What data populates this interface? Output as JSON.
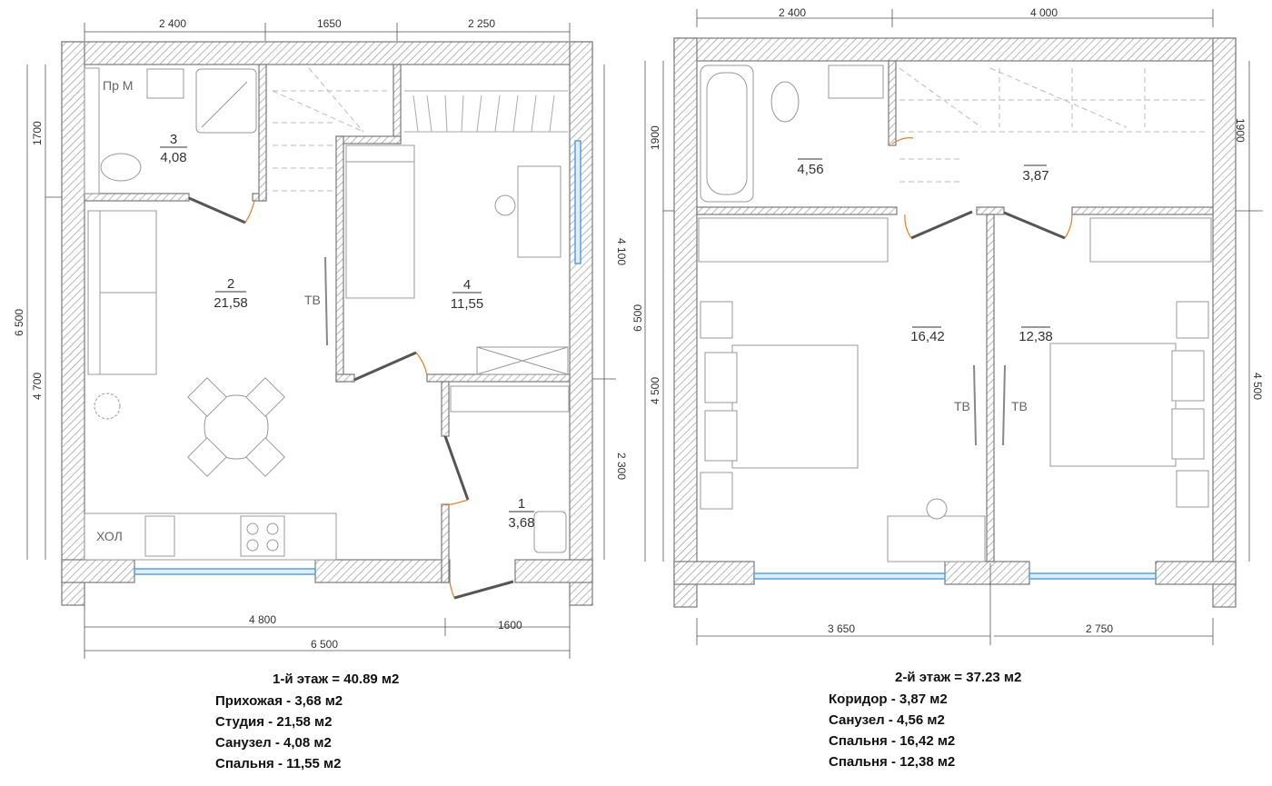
{
  "floor1": {
    "dims_top": [
      "2 400",
      "1650",
      "2 250"
    ],
    "dims_left": [
      "1700",
      "4 700",
      "6 500"
    ],
    "dims_right": [
      "4 100",
      "2 300"
    ],
    "dims_bottom": [
      "4 800",
      "1600",
      "6 500"
    ],
    "rooms": [
      {
        "num": "3",
        "area": "4,08"
      },
      {
        "num": "2",
        "area": "21,58"
      },
      {
        "num": "4",
        "area": "11,55"
      },
      {
        "num": "1",
        "area": "3,68"
      }
    ],
    "labels": {
      "washer": "Пр М",
      "tv": "ТВ",
      "fridge": "ХОЛ"
    },
    "summary": {
      "title": "1-й этаж = 40.89 м2",
      "items": [
        "Прихожая - 3,68 м2",
        "Студия - 21,58 м2",
        "Санузел - 4,08 м2",
        "Спальня - 11,55 м2"
      ]
    }
  },
  "floor2": {
    "dims_top": [
      "2 400",
      "4 000"
    ],
    "dims_left": [
      "1900",
      "4 500",
      "6 500"
    ],
    "dims_right": [
      "1900",
      "4 500"
    ],
    "dims_bottom": [
      "3 650",
      "2 750"
    ],
    "rooms": [
      {
        "area": "4,56"
      },
      {
        "area": "3,87"
      },
      {
        "area": "16,42"
      },
      {
        "area": "12,38"
      }
    ],
    "labels": {
      "tv_left": "ТВ",
      "tv_right": "ТВ"
    },
    "summary": {
      "title": "2-й этаж = 37.23 м2",
      "items": [
        "Коридор - 3,87 м2",
        "Санузел - 4,56 м2",
        "Спальня - 16,42 м2",
        "Спальня - 12,38 м2"
      ]
    }
  },
  "colors": {
    "window": "#5aa0d8",
    "door_arc": "#f07a20",
    "wall": "#7a7a7a"
  }
}
